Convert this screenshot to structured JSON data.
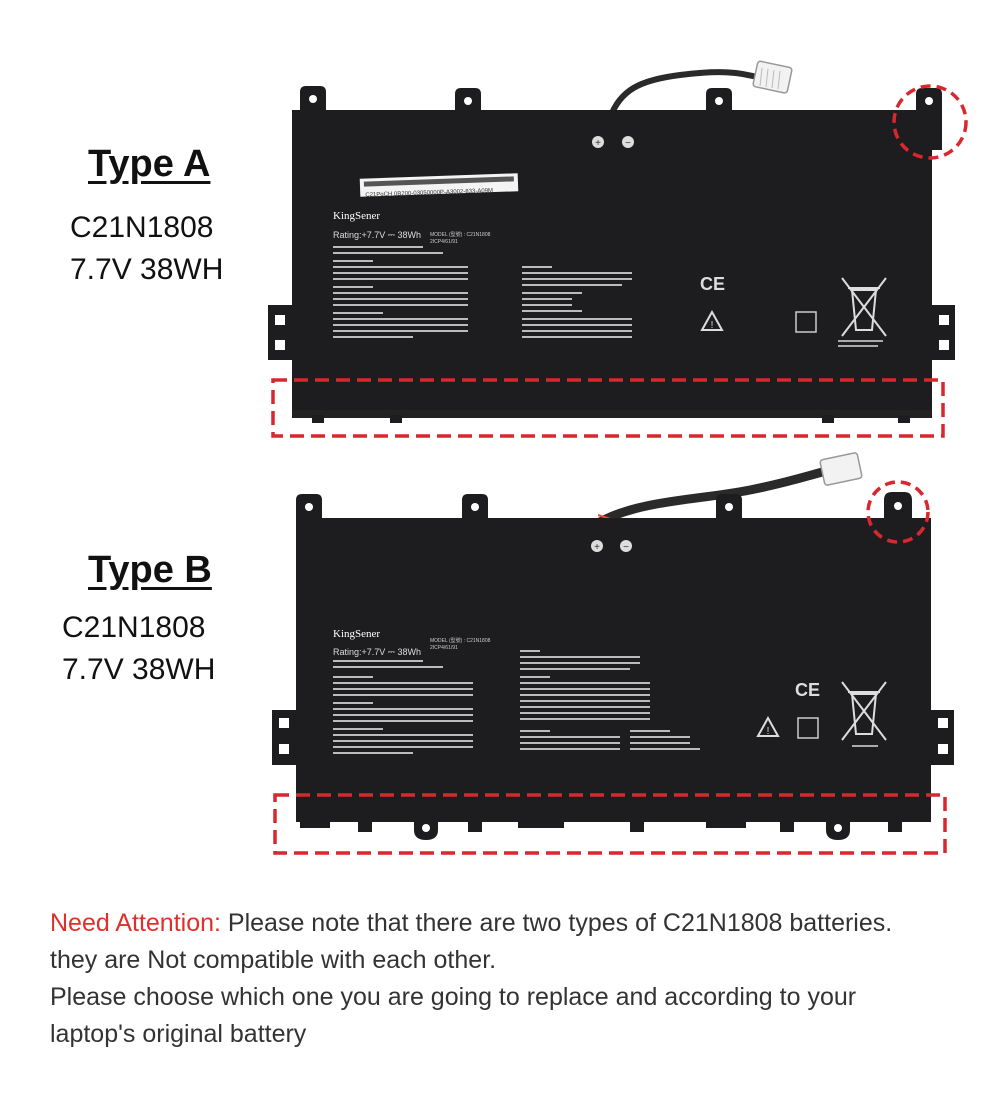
{
  "type_a": {
    "title": "Type A",
    "model": "C21N1808",
    "spec": "7.7V 38WH",
    "battery": {
      "brand": "KingSener",
      "barcode": "C21PqCH  0B200-03050000P-A3002-833-A09M",
      "rating": "Rating:+7.7V ⎓ 38Wh",
      "model_label": "MODEL (型號) : C21N1808",
      "cell_code": "2ICP4/61/91"
    }
  },
  "type_b": {
    "title": "Type B",
    "model": "C21N1808",
    "spec": "7.7V 38WH",
    "battery": {
      "brand": "KingSener",
      "rating": "Rating:+7.7V ⎓ 38Wh",
      "model_label": "MODEL (型號) : C21N1808",
      "cell_code": "2ICP4/61/91"
    }
  },
  "notice": {
    "label": "Need Attention:",
    "line1": " Please note that there are two types of C21N1808 batteries.",
    "line2": "they are Not compatible with each other.",
    "line3": "Please choose which one you are going to replace and according to your",
    "line4": "laptop's original battery"
  },
  "colors": {
    "highlight": "#d9272e",
    "battery_body": "#1d1d1f",
    "attention": "#e0302a"
  }
}
